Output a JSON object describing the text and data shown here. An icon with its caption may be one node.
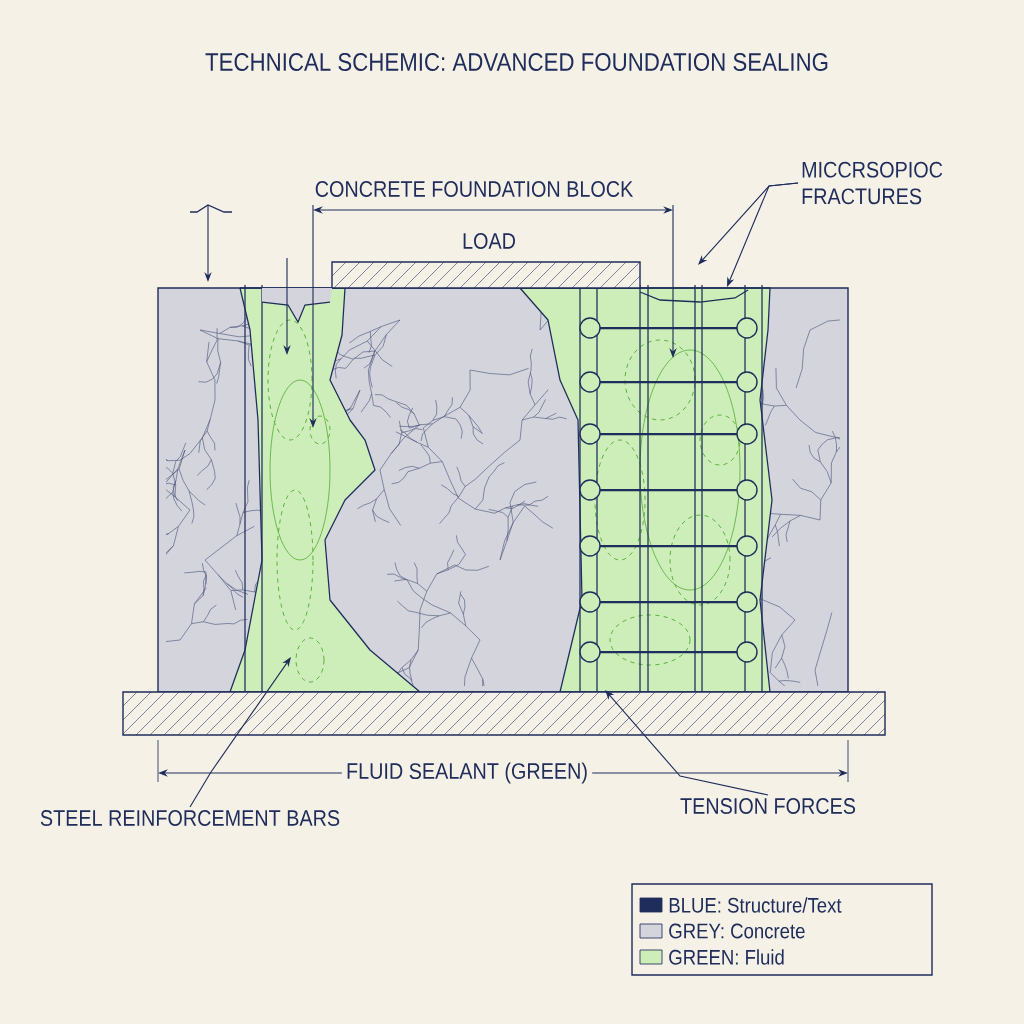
{
  "diagram": {
    "title": "TECHNICAL SCHEMIC: ADVANCED FOUNDATION SEALING",
    "nodes": [
      {
        "text": [
          "MICCRSOPIOC FRACTURES"
        ]
      },
      {
        "text": [
          "STEEL REINFORCEMENT BARS"
        ]
      },
      {
        "text": [
          "TENSION FORCES"
        ]
      }
    ],
    "edges": [
      {
        "from": 0,
        "to": null,
        "arrow": "to"
      },
      {
        "from": 0,
        "to": null,
        "arrow": "to"
      },
      {
        "from": 1,
        "to": null,
        "arrow": "to"
      },
      {
        "from": 2,
        "to": null,
        "arrow": "to"
      }
    ],
    "labels": [
      "CONCRETE FOUNDATION BLOCK",
      "LOAD",
      "FLUID SEALANT (GREEN)"
    ],
    "legend": [
      {
        "text": "BLUE: Structure/Text",
        "color": "#1f2d5c"
      },
      {
        "text": "GREY: Concrete",
        "color": "#d3d4dc"
      },
      {
        "text": "GREEN: Fluid",
        "color": "#cdeeb8"
      }
    ]
  }
}
